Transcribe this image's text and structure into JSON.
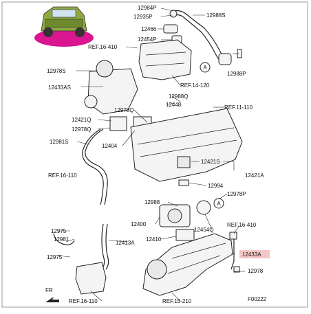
{
  "diagram": {
    "part_labels": {
      "p12984P": "12984P",
      "p12935P": "12935P",
      "p12988S": "12988S",
      "p12466": "12466",
      "p12454P": "12454P",
      "ref16_410_top": "REF.16-410",
      "p12978S": "12978S",
      "p12988P": "12988P",
      "p12433AS": "12433AS",
      "ref14_120": "REF.14-120",
      "p12988Q": "12988Q",
      "p12448": "12448",
      "ref11_110": "REF.11-110",
      "p12978Q_a": "12978Q",
      "p12421Q": "12421Q",
      "p12978Q_b": "12978Q",
      "p12981S": "12981S",
      "p12404": "12404",
      "p12421S": "12421S",
      "ref16_110_mid": "REF.16-110",
      "p12421A": "12421A",
      "p12994": "12994",
      "p12978P": "12978P",
      "p12988": "12988",
      "p12454Q": "12454Q",
      "ref16_410_right": "REF.16-410",
      "p12975_a": "12975",
      "p12981": "12981",
      "p12400": "12400",
      "p12413A": "12413A",
      "p12410": "12410",
      "p12433A": "12433A",
      "p12975_b": "12975",
      "p12978": "12978",
      "ref16_110_bottom": "REF.16-110",
      "ref15_210": "REF.15-210",
      "fr": "FR",
      "figure_code": "F00222"
    },
    "callouts": {
      "a": "A"
    },
    "highlight_color": "#f4c6c6",
    "thumbnail_colors": {
      "vehicle": "#8fa843",
      "backdrop": "#d9158f"
    }
  }
}
